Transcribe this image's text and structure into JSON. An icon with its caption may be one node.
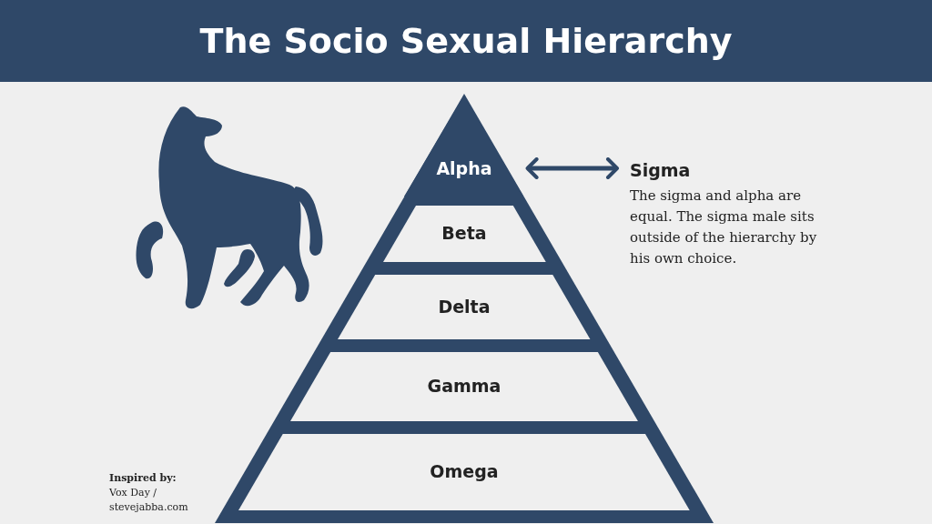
{
  "diagram": {
    "title": "The Socio Sexual Hierarchy",
    "nodes": [
      {
        "text": [
          "Alpha"
        ]
      },
      {
        "text": [
          "Beta"
        ]
      },
      {
        "text": [
          "Delta"
        ]
      },
      {
        "text": [
          "Gamma"
        ]
      },
      {
        "text": [
          "Omega"
        ]
      },
      {
        "text": [
          "Sigma",
          "The sigma and alpha are equal. The sigma male sits outside of the hierarchy by his own choice."
        ]
      }
    ],
    "edges": [
      {
        "from": 0,
        "to": 5,
        "arrow": "both"
      }
    ],
    "labels": [
      "Inspired by:",
      "Vox Day / stevejabba.com"
    ]
  }
}
